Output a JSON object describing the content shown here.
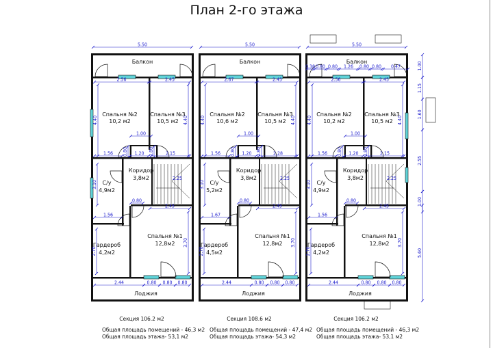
{
  "title": "План 2-го этажа",
  "colors": {
    "wall": "#111111",
    "dimension": "#1a1acc",
    "window": "#5fd3d8"
  },
  "sections": [
    {
      "overall_width": "5.50",
      "balcony": "Балкон",
      "bedroom2": {
        "name": "Спальня №2",
        "area": "10,2 м2",
        "width": "2.56"
      },
      "bedroom3": {
        "name": "Спальня №3",
        "area": "10,5 м2",
        "width": "2.45"
      },
      "corridor": {
        "name": "Коридор",
        "area": "3,8м2"
      },
      "bathroom": {
        "name": "С/у",
        "area": "4,9м2",
        "width": "1.56"
      },
      "bedroom1": {
        "name": "Спальня №1",
        "area": "12,8м2",
        "width": "2.45"
      },
      "wardrobe": {
        "name": "Гардероб",
        "area": "4,2м2",
        "width": "1.56"
      },
      "loggia": {
        "name": "Лоджия",
        "dims": [
          "2.44",
          "0.80",
          "0.80",
          "0.80"
        ]
      },
      "dims": {
        "door": "1.00",
        "corr_width": "1.20",
        "stair_width": "2.15",
        "door1": "0.80",
        "door2": "0.80",
        "height_rooms": "4.40",
        "height_bath": "3.10",
        "height_bed1": "3.70",
        "height_ward": "2.70",
        "stairs": "2.25"
      },
      "summary": {
        "section": "Секция 106.2 м2",
        "rooms_area": "Общая площадь помещений - 46,3 м2",
        "floor_area": "Общая площадь этажа- 53,1 м2"
      }
    },
    {
      "overall_width": "5.50",
      "balcony": "Балкон",
      "bedroom2": {
        "name": "Спальня №2",
        "area": "10,6 м2",
        "width": "2.67"
      },
      "bedroom3": {
        "name": "Спальня №3",
        "area": "10,5 м2",
        "width": "2.45"
      },
      "corridor": {
        "name": "Коридор",
        "area": "3,8м2"
      },
      "bathroom": {
        "name": "С/у",
        "area": "5,2м2",
        "width": "1.56"
      },
      "bedroom1": {
        "name": "Спальня №1",
        "area": "12,8м2",
        "width": "2.45"
      },
      "wardrobe": {
        "name": "Гардероб",
        "area": "4,5м2",
        "width": "1.67"
      },
      "loggia": {
        "name": "Лоджия",
        "dims": [
          "2.44",
          "0.80",
          "0.80",
          "0.80"
        ]
      },
      "dims": {
        "door": "1.00",
        "corr_width": "1.20",
        "stair_width": "2.28",
        "door1": "0.80",
        "door2": "0.80",
        "height_rooms": "4.40",
        "height_bath": "3.10",
        "height_bed1": "3.70",
        "height_ward": "2.70",
        "stairs": "2.25"
      },
      "summary": {
        "section": "Секция 108.6 м2",
        "rooms_area": "Общая площадь помещений - 47,4 м2",
        "floor_area": "Общая площадь этажа- 54,3 м2"
      }
    },
    {
      "overall_width": "5.50",
      "balcony": "Балкон",
      "bedroom2": {
        "name": "Спальня №2",
        "area": "10,2 м2",
        "width": "2.56"
      },
      "bedroom3": {
        "name": "Спальня №3",
        "area": "10,5 м2",
        "width": "2.45"
      },
      "corridor": {
        "name": "Коридор",
        "area": "3,8м2"
      },
      "bathroom": {
        "name": "С/у",
        "area": "4,9м2",
        "width": "1.56"
      },
      "bedroom1": {
        "name": "Спальня №1",
        "area": "12,8м2",
        "width": "2.45"
      },
      "wardrobe": {
        "name": "Гардероб",
        "area": "4,2м2",
        "width": "1.56"
      },
      "loggia": {
        "name": "Лоджия",
        "dims": [
          "2.44",
          "0.80",
          "0.80",
          "0.80"
        ]
      },
      "dims": {
        "door": "1.00",
        "corr_width": "1.20",
        "stair_width": "2.15",
        "door1": "0.80",
        "door2": "0.80",
        "height_rooms": "4.40",
        "height_bath": "3.10",
        "height_bed1": "3.70",
        "height_ward": "2.70",
        "stairs": "2.25"
      },
      "top_dims": [
        "0.38",
        "0.80",
        "0.80",
        "1.26",
        "0.80",
        "0.80",
        "0.47"
      ],
      "summary": {
        "section": "Секция 106.2 м2",
        "rooms_area": "Общая площадь помещений - 46,3 м2",
        "floor_area": "Общая площадь этажа- 53,1 м2"
      }
    }
  ],
  "right_dims": [
    "1.00",
    "1.15",
    "1.60",
    "2.55",
    "1.00",
    "5.60"
  ]
}
